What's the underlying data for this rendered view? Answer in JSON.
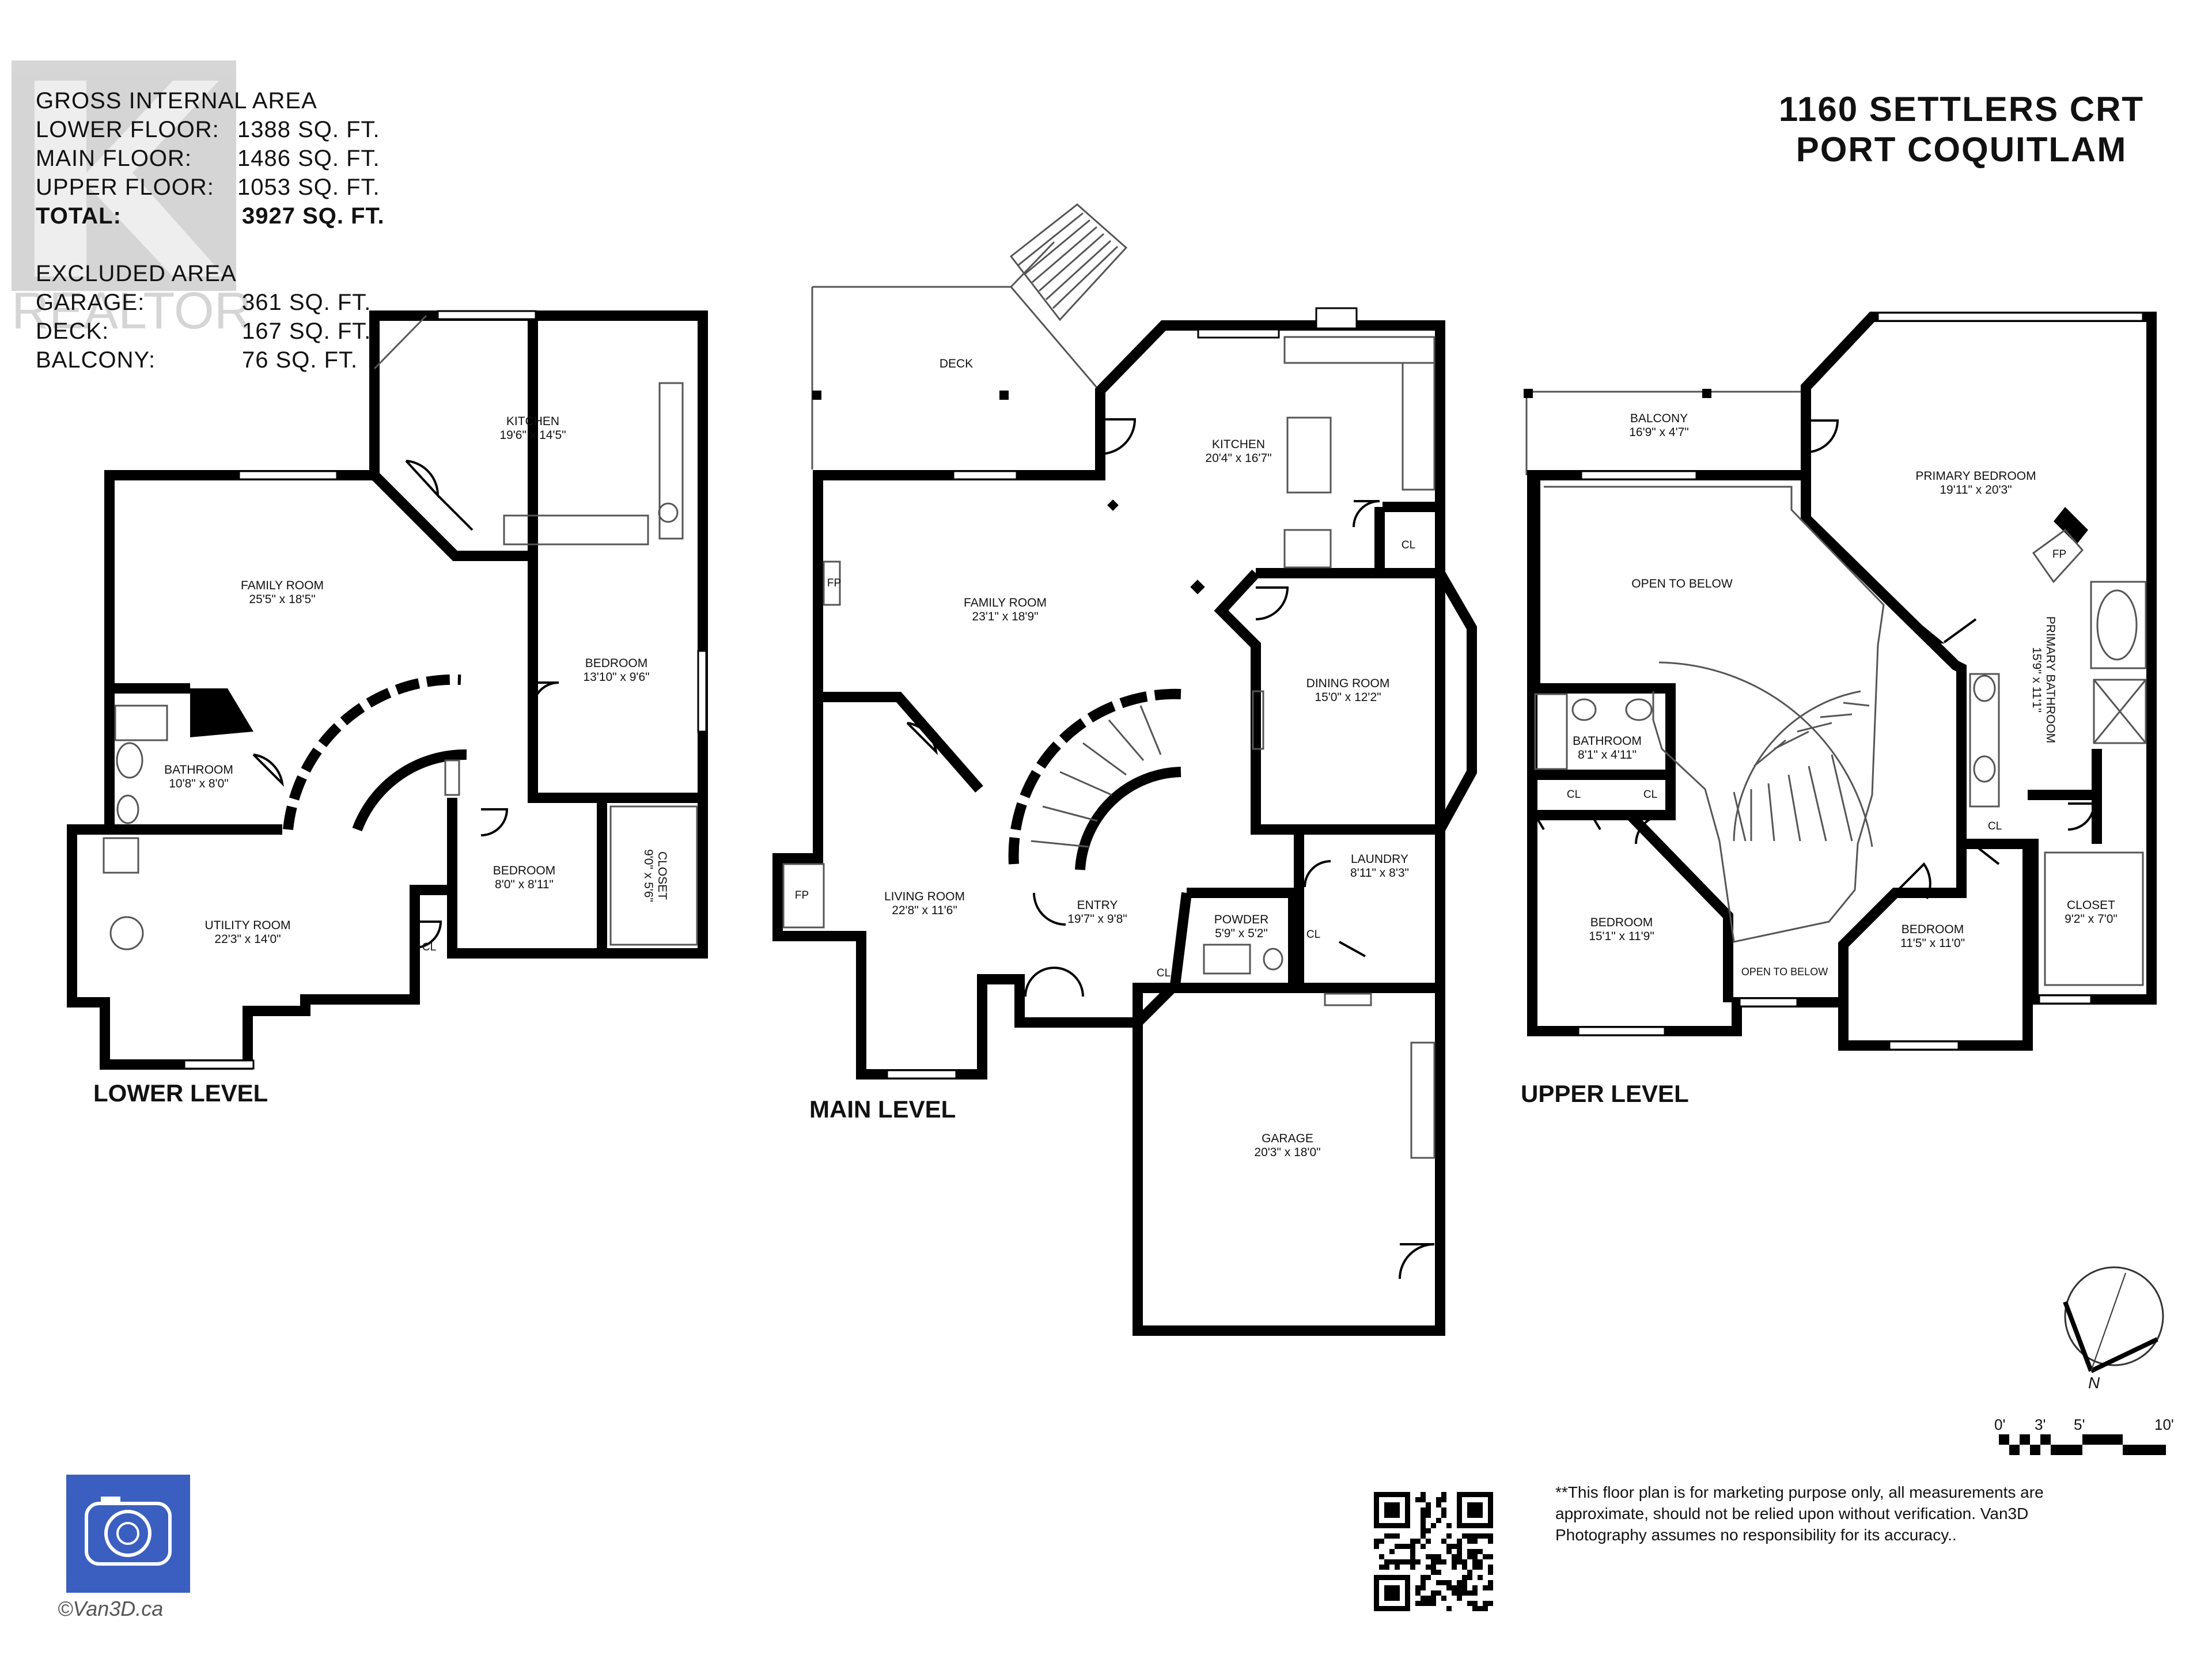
{
  "summary": {
    "heading": "GROSS INTERNAL AREA",
    "rows": [
      {
        "label": "LOWER FLOOR:",
        "value": "1388 SQ. FT."
      },
      {
        "label": "MAIN FLOOR:",
        "value": "1486 SQ. FT."
      },
      {
        "label": "UPPER FLOOR:",
        "value": "1053 SQ. FT."
      },
      {
        "label": "TOTAL:",
        "value": "3927 SQ. FT."
      }
    ],
    "excluded_heading": "EXCLUDED AREA",
    "excluded_rows": [
      {
        "label": "GARAGE:",
        "value": "361 SQ. FT."
      },
      {
        "label": "DECK:",
        "value": "167 SQ. FT."
      },
      {
        "label": "BALCONY:",
        "value": "76 SQ. FT."
      }
    ],
    "watermark": "REALTOR"
  },
  "address": {
    "line1": "1160 SETTLERS CRT",
    "line2": "PORT COQUITLAM"
  },
  "levels": {
    "lower": "LOWER LEVEL",
    "main": "MAIN LEVEL",
    "upper": "UPPER LEVEL"
  },
  "lower_rooms": {
    "kitchen": {
      "name": "KITCHEN",
      "dim": "19'6\" x 14'5\""
    },
    "family": {
      "name": "FAMILY ROOM",
      "dim": "25'5\" x 18'5\""
    },
    "bedroom1": {
      "name": "BEDROOM",
      "dim": "13'10\" x 9'6\""
    },
    "bathroom": {
      "name": "BATHROOM",
      "dim": "10'8\" x 8'0\""
    },
    "utility": {
      "name": "UTILITY ROOM",
      "dim": "22'3\" x 14'0\""
    },
    "bedroom2": {
      "name": "BEDROOM",
      "dim": "8'0\" x 8'11\""
    },
    "closet": {
      "name": "CLOSET",
      "dim": "9'0\" x 5'6\""
    },
    "cl": "CL"
  },
  "main_rooms": {
    "deck": "DECK",
    "kitchen": {
      "name": "KITCHEN",
      "dim": "20'4\" x 16'7\""
    },
    "family": {
      "name": "FAMILY ROOM",
      "dim": "23'1\" x 18'9\""
    },
    "dining": {
      "name": "DINING ROOM",
      "dim": "15'0\" x 12'2\""
    },
    "living": {
      "name": "LIVING ROOM",
      "dim": "22'8\" x 11'6\""
    },
    "entry": {
      "name": "ENTRY",
      "dim": "19'7\" x 9'8\""
    },
    "powder": {
      "name": "POWDER",
      "dim": "5'9\" x 5'2\""
    },
    "laundry": {
      "name": "LAUNDRY",
      "dim": "8'11\" x 8'3\""
    },
    "garage": {
      "name": "GARAGE",
      "dim": "20'3\" x 18'0\""
    },
    "cl": "CL",
    "fp": "FP"
  },
  "upper_rooms": {
    "balcony": {
      "name": "BALCONY",
      "dim": "16'9\" x 4'7\""
    },
    "primary": {
      "name": "PRIMARY BEDROOM",
      "dim": "19'11\" x 20'3\""
    },
    "open1": "OPEN TO BELOW",
    "open2": "OPEN TO BELOW",
    "bathroom": {
      "name": "BATHROOM",
      "dim": "8'1\" x 4'11\""
    },
    "primary_bath": {
      "name": "PRIMARY BATHROOM",
      "dim": "15'9\" x 11'1\""
    },
    "bedroom1": {
      "name": "BEDROOM",
      "dim": "15'1\" x 11'9\""
    },
    "bedroom2": {
      "name": "BEDROOM",
      "dim": "11'5\" x 11'0\""
    },
    "closet": {
      "name": "CLOSET",
      "dim": "9'2\" x 7'0\""
    },
    "cl": "CL",
    "fp": "FP"
  },
  "compass": {
    "north": "N"
  },
  "scale": {
    "t0": "0'",
    "t3": "3'",
    "t5": "5'",
    "t10": "10'"
  },
  "disclaimer": [
    "**This floor plan is for marketing purpose only, all measurements are",
    "approximate, should not be relied upon without verification. Van3D",
    "Photography assumes no responsibility for its accuracy.."
  ],
  "credit": "©Van3D.ca",
  "colors": {
    "logo_blue": "#3b5fc0",
    "wall": "#000000"
  }
}
